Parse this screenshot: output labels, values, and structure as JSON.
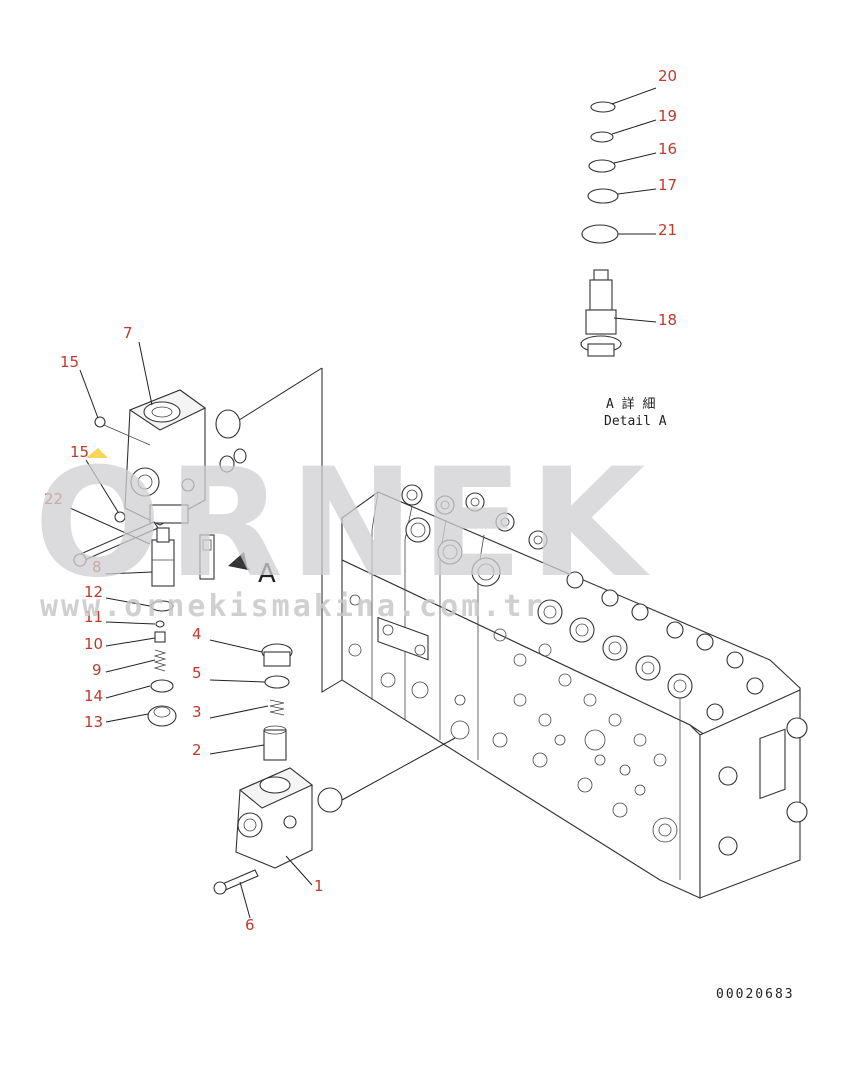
{
  "watermark": {
    "brand": "ORNEK",
    "url": "www.ornekismakina.com.tr"
  },
  "detail": {
    "label_jp": "A 詳 細",
    "label_en": "Detail A",
    "view_letter": "A"
  },
  "drawing_number": "00020683",
  "callouts": [
    {
      "id": "c1",
      "text": "1"
    },
    {
      "id": "c2",
      "text": "2"
    },
    {
      "id": "c3",
      "text": "3"
    },
    {
      "id": "c4",
      "text": "4"
    },
    {
      "id": "c5",
      "text": "5"
    },
    {
      "id": "c6",
      "text": "6"
    },
    {
      "id": "c7",
      "text": "7"
    },
    {
      "id": "c8",
      "text": "8"
    },
    {
      "id": "c9",
      "text": "9"
    },
    {
      "id": "c10",
      "text": "10"
    },
    {
      "id": "c11",
      "text": "11"
    },
    {
      "id": "c12",
      "text": "12"
    },
    {
      "id": "c13",
      "text": "13"
    },
    {
      "id": "c14",
      "text": "14"
    },
    {
      "id": "c15a",
      "text": "15"
    },
    {
      "id": "c15b",
      "text": "15"
    },
    {
      "id": "c16",
      "text": "16"
    },
    {
      "id": "c17",
      "text": "17"
    },
    {
      "id": "c18",
      "text": "18"
    },
    {
      "id": "c19",
      "text": "19"
    },
    {
      "id": "c20",
      "text": "20"
    },
    {
      "id": "c21",
      "text": "21"
    },
    {
      "id": "c22",
      "text": "22"
    }
  ],
  "colors": {
    "callout": "#c0392b",
    "line": "#222222",
    "watermark": "#cfcfd2"
  }
}
